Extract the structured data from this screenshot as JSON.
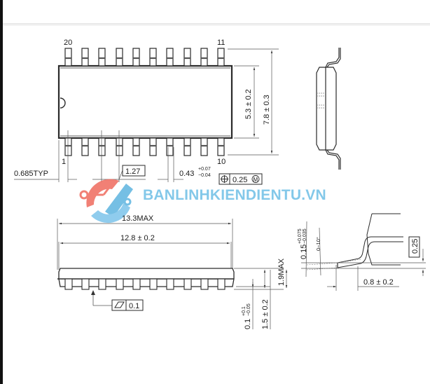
{
  "colors": {
    "line": "#2a2a2a",
    "dim_line": "#444444",
    "watermark_red": "#ef6a5e",
    "watermark_blue": "#5db4e0",
    "background": "#ffffff"
  },
  "top_view": {
    "pin_label_top_left": "20",
    "pin_label_top_right": "11",
    "pin_label_bottom_left": "1",
    "pin_label_bottom_right": "10",
    "pins_per_side": 10,
    "body_width_dim": "5.3 ± 0.2",
    "overall_width_dim": "7.8 ± 0.3",
    "pitch_label": "1.27",
    "lead_offset_label": "0.685TYP",
    "lead_width_label": "0.43",
    "lead_width_tol_plus": "+0.07",
    "lead_width_tol_minus": "−0.04",
    "position_tolerance": {
      "symbol": "⊕",
      "value": "0.25",
      "modifier": "M"
    }
  },
  "watermark": {
    "text": "BANLINHKIENDIENTU.VN",
    "icon": "circuit-logo-icon"
  },
  "side_view": {
    "overall_length_dim": "13.3MAX",
    "body_length_dim": "12.8 ± 0.2",
    "coplanarity_symbol": "flatness-icon",
    "coplanarity_value": "0.1",
    "max_height_dim": "1.9MAX",
    "body_height_dim": "1.5 ± 0.2",
    "standoff_dim": "0.1",
    "standoff_tol_plus": "+0.1",
    "standoff_tol_minus": "−0.05"
  },
  "lead_detail": {
    "thickness_dim": "0.15",
    "thickness_tol_plus": "+0.075",
    "thickness_tol_minus": "−0.035",
    "angle_dim": "0~10°",
    "gauge_plane_dim": "0.25",
    "foot_length_dim": "0.8 ± 0.2"
  }
}
